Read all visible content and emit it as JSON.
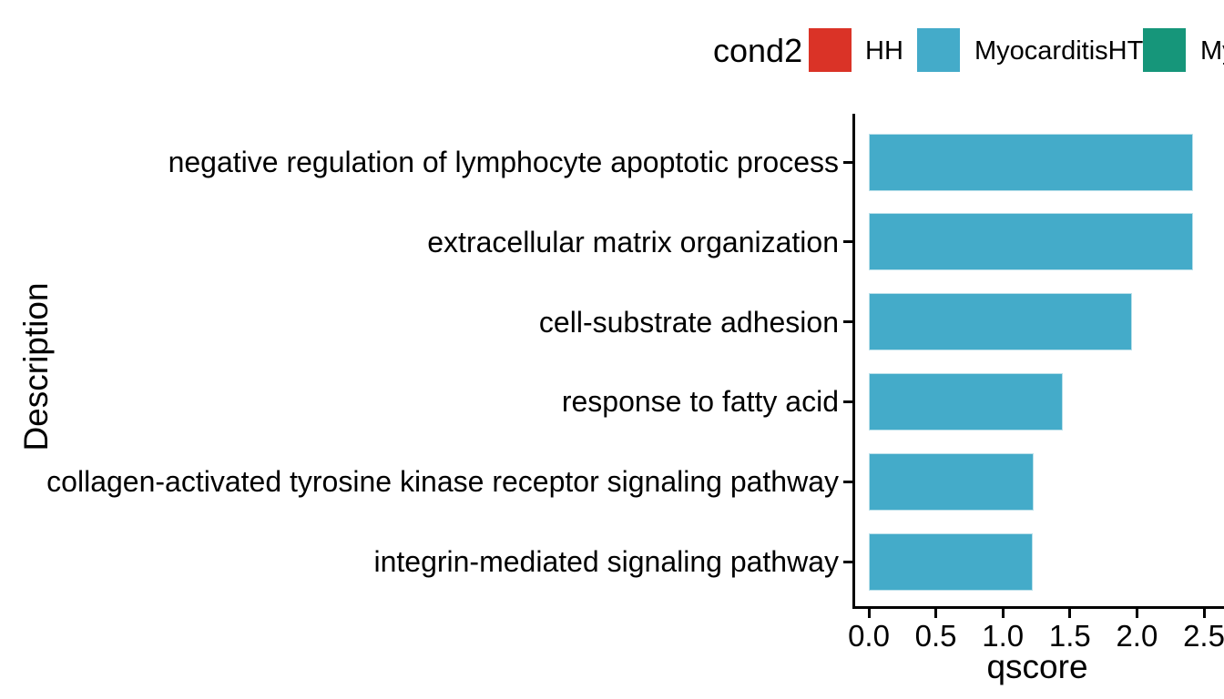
{
  "legend": {
    "title": "cond2",
    "items": [
      {
        "label": "HH",
        "color": "#da3327"
      },
      {
        "label": "MyocarditisHT",
        "color": "#44abc9"
      },
      {
        "label": "My",
        "color": "#16967a"
      }
    ]
  },
  "chart_data": {
    "type": "bar",
    "orientation": "horizontal",
    "title": "",
    "xlabel": "qscore",
    "ylabel": "Description",
    "categories": [
      "negative regulation of lymphocyte apoptotic process",
      "extracellular matrix organization",
      "cell-substrate adhesion",
      "response to fatty acid",
      "collagen-activated tyrosine kinase receptor signaling pathway",
      "integrin-mediated signaling pathway"
    ],
    "series": [
      {
        "name": "MyocarditisHT",
        "color": "#44abc9",
        "values": [
          2.42,
          2.42,
          1.96,
          1.45,
          1.23,
          1.22
        ]
      }
    ],
    "xlim": [
      0,
      2.5
    ],
    "xticks": [
      0.0,
      0.5,
      1.0,
      1.5,
      2.0,
      2.5
    ],
    "xtick_labels": [
      "0.0",
      "0.5",
      "1.0",
      "1.5",
      "2.0",
      "2.5"
    ],
    "grid": false,
    "legend_position": "top"
  }
}
